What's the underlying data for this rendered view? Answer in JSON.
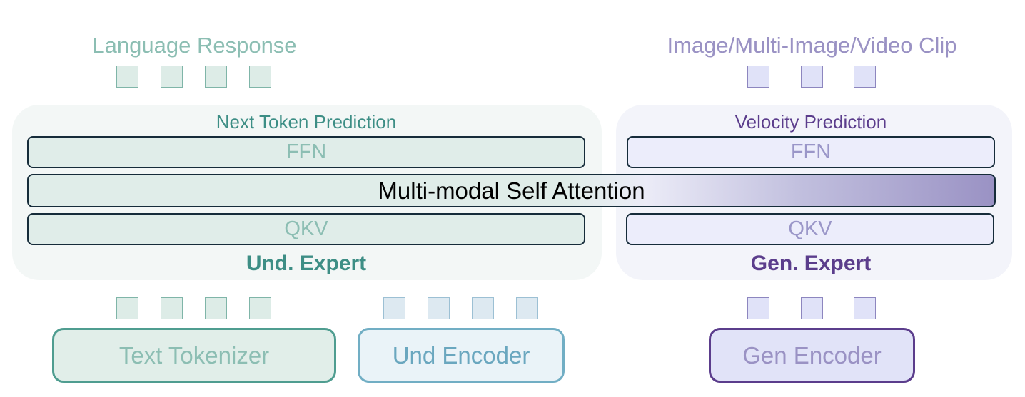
{
  "colors": {
    "teal_accent": "#3d8e85",
    "teal_light": "#8cbeb3",
    "purple_accent": "#5b3d8c",
    "purple_light": "#9a92c4",
    "blue_accent": "#71aec4",
    "outline": "#162c3a"
  },
  "outputs": {
    "language_label": "Language Response",
    "visual_label": "Image/Multi-Image/Video Clip"
  },
  "und_expert": {
    "prediction": "Next Token Prediction",
    "ffn": "FFN",
    "qkv": "QKV",
    "title": "Und. Expert"
  },
  "gen_expert": {
    "prediction": "Velocity Prediction",
    "ffn": "FFN",
    "qkv": "QKV",
    "title": "Gen. Expert"
  },
  "attention": {
    "label": "Multi-modal Self Attention"
  },
  "encoders": {
    "text_tokenizer": "Text Tokenizer",
    "und_encoder": "Und Encoder",
    "gen_encoder": "Gen Encoder"
  }
}
